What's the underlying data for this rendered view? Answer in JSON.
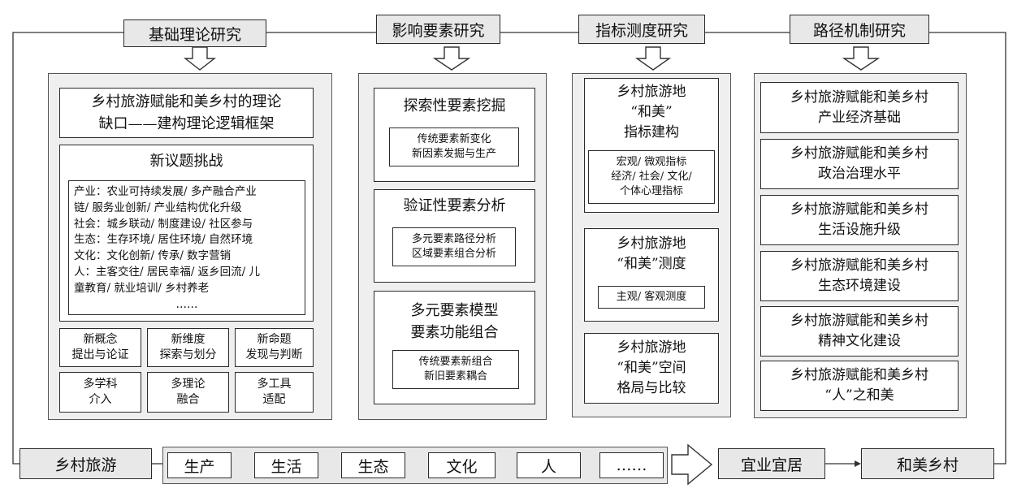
{
  "headers": {
    "theory": "基础理论研究",
    "factors": "影响要素研究",
    "indicators": "指标测度研究",
    "mechanism": "路径机制研究"
  },
  "theory": {
    "gap": "乡村旅游赋能和美乡村的理论\n缺口——建构理论逻辑框架",
    "challenge_title": "新议题挑战",
    "challenge_lines": [
      "产业：农业可持续发展/ 多产融合产业",
      "链/ 服务业创新/ 产业结构优化升级",
      "社会：城乡联动/ 制度建设/ 社区参与",
      "生态：生存环境/ 居住环境/ 自然环境",
      "文化：文化创新/ 传承/ 数字营销",
      "人：主客交往/ 居民幸福/ 返乡回流/ 儿",
      "童教育/ 就业培训/ 乡村养老",
      "……"
    ],
    "small": [
      "新概念\n提出与论证",
      "新维度\n探索与划分",
      "新命题\n发现与判断",
      "多学科\n介入",
      "多理论\n融合",
      "多工具\n适配"
    ]
  },
  "factors": {
    "exploratory_title": "探索性要素挖掘",
    "exploratory_detail": "传统要素新变化\n新因素发掘与生产",
    "verification_title": "验证性要素分析",
    "verification_detail": "多元要素路径分析\n区域要素组合分析",
    "model_title": "多元要素模型\n要素功能组合",
    "model_detail": "传统要素新组合\n新旧要素耦合"
  },
  "indicators": {
    "build_title": "乡村旅游地\n“和美”\n指标建构",
    "build_detail": "宏观/ 微观指标\n经济/ 社会/ 文化/\n个体心理指标",
    "measure_title": "乡村旅游地\n“和美”测度",
    "measure_detail": "主观/ 客观测度",
    "spatial_title": "乡村旅游地\n“和美”空间\n格局与比较"
  },
  "mechanism": {
    "items": [
      "乡村旅游赋能和美乡村\n产业经济基础",
      "乡村旅游赋能和美乡村\n政治治理水平",
      "乡村旅游赋能和美乡村\n生活设施升级",
      "乡村旅游赋能和美乡村\n生态环境建设",
      "乡村旅游赋能和美乡村\n精神文化建设",
      "乡村旅游赋能和美乡村\n“人”之和美"
    ]
  },
  "bottom": {
    "rural_tourism": "乡村旅游",
    "dimensions": [
      "生产",
      "生活",
      "生态",
      "文化",
      "人",
      "……"
    ],
    "livable": "宜业宜居",
    "harmonious": "和美乡村"
  }
}
